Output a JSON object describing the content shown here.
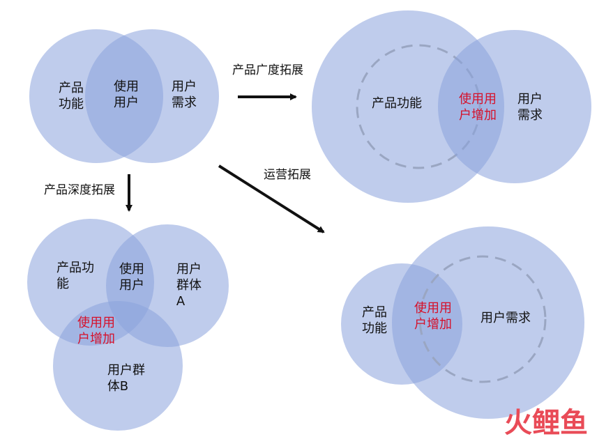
{
  "colors": {
    "circle_fill": "#8aa2dc",
    "circle_opacity": 0.55,
    "dashed_stroke": "#9aa6c2",
    "highlight_text": "#d6102a",
    "arrow": "#111111",
    "watermark": "#e94b57"
  },
  "diagram1": {
    "left_label_l1": "产品",
    "left_label_l2": "功能",
    "center_label_l1": "使用",
    "center_label_l2": "用户",
    "right_label_l1": "用户",
    "right_label_l2": "需求"
  },
  "diagram2": {
    "left_label": "产品功能",
    "center_label_l1": "使用用",
    "center_label_l2": "户增加",
    "right_label_l1": "用户",
    "right_label_l2": "需求"
  },
  "diagram3": {
    "left_label_l1": "产品功",
    "left_label_l2": "能",
    "center_label_l1": "使用",
    "center_label_l2": "用户",
    "right_label_l1": "用户",
    "right_label_l2": "群体",
    "right_label_l3": "A",
    "overlap_label_l1": "使用用",
    "overlap_label_l2": "户增加",
    "bottom_label_l1": "用户群",
    "bottom_label_l2": "体B"
  },
  "diagram4": {
    "left_label_l1": "产品",
    "left_label_l2": "功能",
    "center_label_l1": "使用用",
    "center_label_l2": "户增加",
    "right_label": "用户需求"
  },
  "arrows": {
    "breadth": "产品广度拓展",
    "depth": "产品深度拓展",
    "operations": "运营拓展"
  },
  "watermark": {
    "text": "火鲤鱼"
  }
}
